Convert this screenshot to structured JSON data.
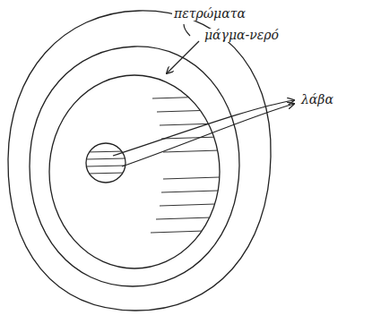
{
  "diagram": {
    "labels": [
      "πετρώματα",
      "μάγμα-νερό",
      "λάβα"
    ]
  }
}
